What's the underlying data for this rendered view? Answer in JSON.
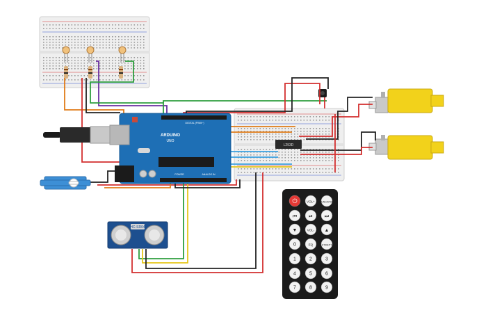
{
  "arduino": {
    "brand": "ARDUINO",
    "model_label": "UNO",
    "digital_label": "DIGITAL (PWM~)",
    "analog_label": "ANALOG IN",
    "power_label": "POWER"
  },
  "motor_driver": {
    "label": "L293D"
  },
  "ultrasonic": {
    "label": "HC-SR04"
  },
  "remote": {
    "buttons": [
      {
        "label": "",
        "color": "#e53935",
        "icon": "power-icon"
      },
      {
        "label": "VOL+",
        "color": "#f2f2f2"
      },
      {
        "label": "FUNC/STOP",
        "color": "#f2f2f2"
      },
      {
        "label": "",
        "color": "#f2f2f2",
        "icon": "rewind-icon"
      },
      {
        "label": "",
        "color": "#f2f2f2",
        "icon": "play-pause-icon"
      },
      {
        "label": "",
        "color": "#f2f2f2",
        "icon": "fast-forward-icon"
      },
      {
        "label": "",
        "color": "#f2f2f2",
        "icon": "down-arrow-icon"
      },
      {
        "label": "VOL-",
        "color": "#f2f2f2"
      },
      {
        "label": "",
        "color": "#f2f2f2",
        "icon": "up-arrow-icon"
      },
      {
        "label": "0",
        "color": "#f2f2f2"
      },
      {
        "label": "EQ",
        "color": "#f2f2f2"
      },
      {
        "label": "ST/REPT",
        "color": "#f2f2f2"
      },
      {
        "label": "1",
        "color": "#f2f2f2"
      },
      {
        "label": "2",
        "color": "#f2f2f2"
      },
      {
        "label": "3",
        "color": "#f2f2f2"
      },
      {
        "label": "4",
        "color": "#f2f2f2"
      },
      {
        "label": "5",
        "color": "#f2f2f2"
      },
      {
        "label": "6",
        "color": "#f2f2f2"
      },
      {
        "label": "7",
        "color": "#f2f2f2"
      },
      {
        "label": "8",
        "color": "#f2f2f2"
      },
      {
        "label": "9",
        "color": "#f2f2f2"
      }
    ]
  },
  "colors": {
    "arduino": "#1e6fb5",
    "breadboard": "#efefef",
    "motor": "#f2d21b",
    "servo": "#3d8fd6",
    "sensor": "#1d4f8f",
    "remote": "#1b1b1b",
    "wire_red": "#d32f2f",
    "wire_black": "#222222",
    "wire_green": "#2e9e3e",
    "wire_orange": "#e07b17",
    "wire_yellow": "#e6c619",
    "wire_blue": "#3aa0e0",
    "wire_purple": "#6a2fa0"
  }
}
